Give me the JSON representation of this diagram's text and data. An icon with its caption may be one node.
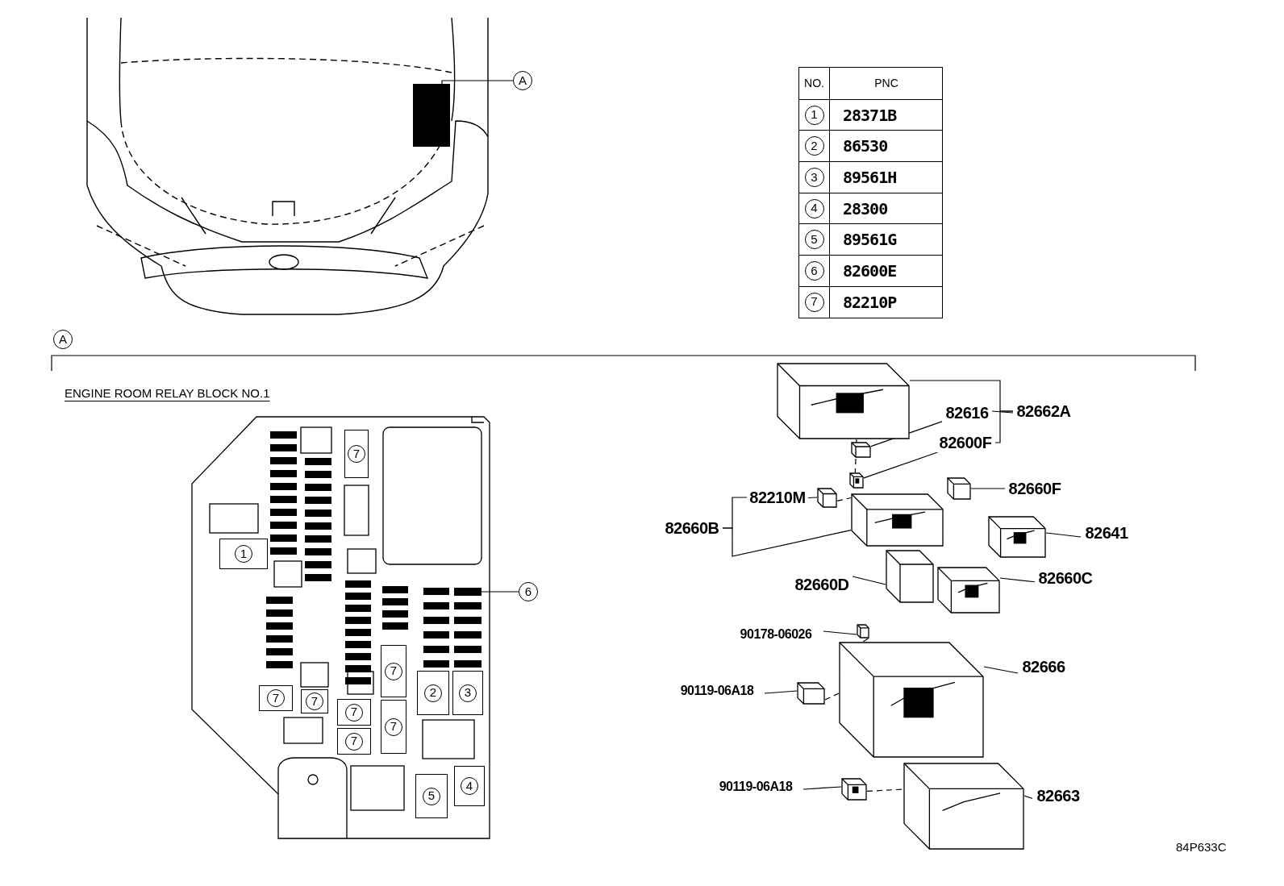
{
  "diagram": {
    "nodes": [
      {
        "text": [
          "A"
        ]
      },
      {
        "text": [],
        "shape": "box"
      },
      {
        "text": [
          "6"
        ]
      },
      {
        "text": [],
        "shape": "box"
      },
      {
        "text": [
          "82662A"
        ]
      },
      {
        "text": [],
        "shape": "picture"
      },
      {
        "text": [
          "82616"
        ]
      },
      {
        "text": [],
        "shape": "picture"
      },
      {
        "text": [
          "82600F"
        ]
      },
      {
        "text": [],
        "shape": "picture"
      },
      {
        "text": [
          "82210M"
        ]
      },
      {
        "text": [],
        "shape": "picture"
      },
      {
        "text": [
          "82660B"
        ]
      },
      {
        "text": [],
        "shape": "picture"
      },
      {
        "text": [
          "82660F"
        ]
      },
      {
        "text": [],
        "shape": "picture"
      },
      {
        "text": [
          "82641"
        ]
      },
      {
        "text": [],
        "shape": "picture"
      },
      {
        "text": [
          "82660D"
        ]
      },
      {
        "text": [],
        "shape": "picture"
      },
      {
        "text": [
          "82660C"
        ]
      },
      {
        "text": [],
        "shape": "picture"
      },
      {
        "text": [
          "90178-06026"
        ]
      },
      {
        "text": [],
        "shape": "picture"
      },
      {
        "text": [
          "82666"
        ]
      },
      {
        "text": [],
        "shape": "picture"
      },
      {
        "text": [
          "90119-06A18"
        ]
      },
      {
        "text": [],
        "shape": "picture"
      },
      {
        "text": [
          "90119-06A18"
        ]
      },
      {
        "text": [],
        "shape": "picture"
      },
      {
        "text": [
          "82663"
        ]
      },
      {
        "text": [],
        "shape": "picture"
      },
      {
        "text": [
          "7"
        ]
      },
      {
        "text": [
          "1"
        ]
      },
      {
        "text": [
          "7"
        ]
      },
      {
        "text": [
          "2"
        ]
      },
      {
        "text": [
          "3"
        ]
      },
      {
        "text": [
          "7"
        ]
      },
      {
        "text": [
          "7"
        ]
      },
      {
        "text": [
          "7"
        ]
      },
      {
        "text": [
          "7"
        ]
      },
      {
        "text": [
          "7"
        ]
      },
      {
        "text": [
          "4"
        ]
      },
      {
        "text": [
          "5"
        ]
      }
    ],
    "edges": [
      {
        "from": 0,
        "to": 1,
        "arrow": "none"
      },
      {
        "from": 2,
        "to": 3,
        "arrow": "none"
      },
      {
        "from": 4,
        "to": 5,
        "arrow": "none"
      },
      {
        "from": 4,
        "to": 6,
        "arrow": "none"
      },
      {
        "from": 4,
        "to": 8,
        "arrow": "none"
      },
      {
        "from": 6,
        "to": 7,
        "arrow": "none"
      },
      {
        "from": 8,
        "to": 9,
        "arrow": "none"
      },
      {
        "from": 5,
        "to": 9,
        "arrow": "none",
        "style": "dashed"
      },
      {
        "from": 10,
        "to": 11,
        "arrow": "none"
      },
      {
        "from": 11,
        "to": 13,
        "arrow": "none",
        "style": "dashed"
      },
      {
        "from": 12,
        "to": 10,
        "arrow": "none"
      },
      {
        "from": 12,
        "to": 13,
        "arrow": "none"
      },
      {
        "from": 14,
        "to": 15,
        "arrow": "none"
      },
      {
        "from": 16,
        "to": 17,
        "arrow": "none"
      },
      {
        "from": 18,
        "to": 19,
        "arrow": "none"
      },
      {
        "from": 20,
        "to": 21,
        "arrow": "none"
      },
      {
        "from": 22,
        "to": 23,
        "arrow": "none"
      },
      {
        "from": 23,
        "to": 25,
        "arrow": "none",
        "style": "dashed"
      },
      {
        "from": 24,
        "to": 25,
        "arrow": "none"
      },
      {
        "from": 26,
        "to": 27,
        "arrow": "none"
      },
      {
        "from": 27,
        "to": 25,
        "arrow": "none",
        "style": "dashed"
      },
      {
        "from": 28,
        "to": 29,
        "arrow": "none"
      },
      {
        "from": 29,
        "to": 31,
        "arrow": "none",
        "style": "dashed"
      },
      {
        "from": 30,
        "to": 31,
        "arrow": "none"
      }
    ],
    "labels": [
      "NO.",
      "PNC",
      "1",
      "28371B",
      "2",
      "86530",
      "3",
      "89561H",
      "4",
      "28300",
      "5",
      "89561G",
      "6",
      "82600E",
      "7",
      "82210P",
      "A",
      "ENGINE ROOM RELAY BLOCK NO.1",
      "84P633C"
    ]
  }
}
